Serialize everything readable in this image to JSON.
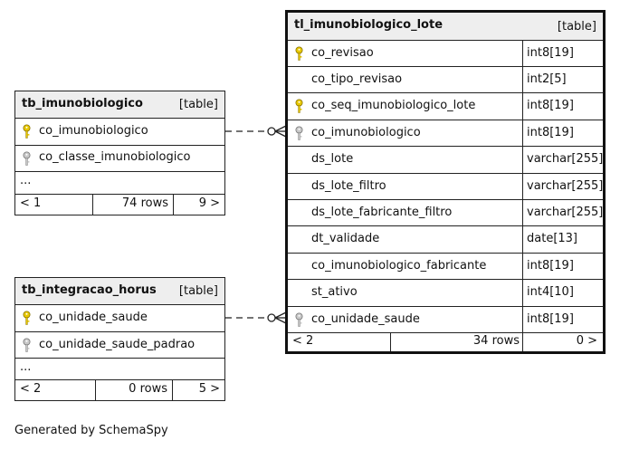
{
  "tables": {
    "tb_imunobiologico": {
      "name": "tb_imunobiologico",
      "kind": "[table]",
      "columns": [
        {
          "name": "co_imunobiologico",
          "key": "primary"
        },
        {
          "name": "co_classe_imunobiologico",
          "key": "foreign"
        }
      ],
      "ellipsis": "...",
      "footer": {
        "prev": "< 1",
        "rows": "74 rows",
        "next": "9 >"
      }
    },
    "tb_integracao_horus": {
      "name": "tb_integracao_horus",
      "kind": "[table]",
      "columns": [
        {
          "name": "co_unidade_saude",
          "key": "primary"
        },
        {
          "name": "co_unidade_saude_padrao",
          "key": "foreign"
        }
      ],
      "ellipsis": "...",
      "footer": {
        "prev": "< 2",
        "rows": "0 rows",
        "next": "5 >"
      }
    },
    "tl_imunobiologico_lote": {
      "name": "tl_imunobiologico_lote",
      "kind": "[table]",
      "columns": [
        {
          "name": "co_revisao",
          "type": "int8[19]",
          "key": "primary"
        },
        {
          "name": "co_tipo_revisao",
          "type": "int2[5]",
          "key": "none"
        },
        {
          "name": "co_seq_imunobiologico_lote",
          "type": "int8[19]",
          "key": "primary"
        },
        {
          "name": "co_imunobiologico",
          "type": "int8[19]",
          "key": "foreign"
        },
        {
          "name": "ds_lote",
          "type": "varchar[255]",
          "key": "none"
        },
        {
          "name": "ds_lote_filtro",
          "type": "varchar[255]",
          "key": "none"
        },
        {
          "name": "ds_lote_fabricante_filtro",
          "type": "varchar[255]",
          "key": "none"
        },
        {
          "name": "dt_validade",
          "type": "date[13]",
          "key": "none"
        },
        {
          "name": "co_imunobiologico_fabricante",
          "type": "int8[19]",
          "key": "none"
        },
        {
          "name": "st_ativo",
          "type": "int4[10]",
          "key": "none"
        },
        {
          "name": "co_unidade_saude",
          "type": "int8[19]",
          "key": "foreign"
        }
      ],
      "footer": {
        "prev": "< 2",
        "rows": "34 rows",
        "next": "0 >"
      }
    }
  },
  "colors": {
    "primary_key": "#e8c800",
    "foreign_key": "#a8a8a8",
    "header_bg": "#eeeeee",
    "border": "#222222"
  },
  "icons": {
    "primary_key": "key-icon",
    "foreign_key": "key-icon"
  },
  "footer_note": "Generated by SchemaSpy"
}
